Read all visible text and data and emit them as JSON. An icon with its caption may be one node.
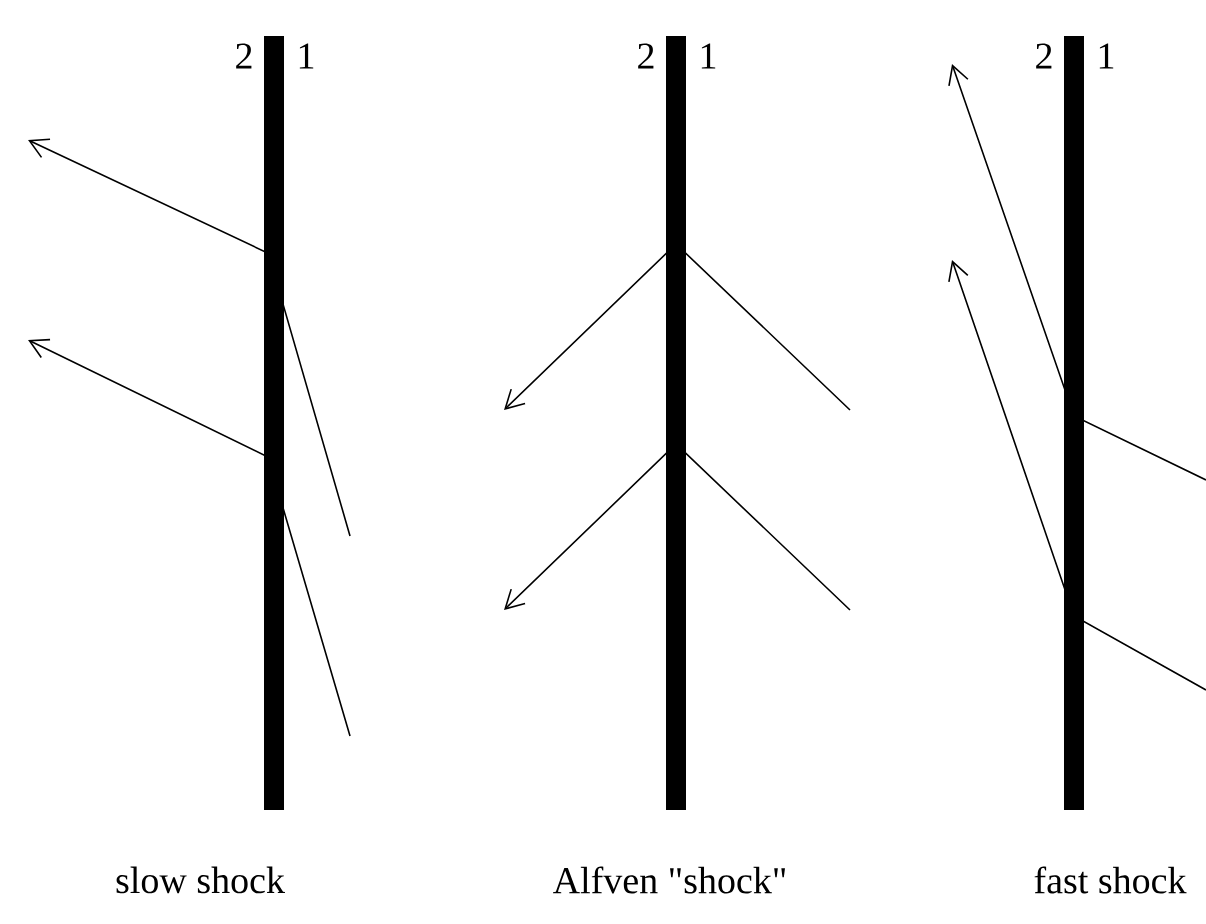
{
  "diagram": {
    "labels": [
      "2",
      "1",
      "2",
      "1",
      "2",
      "1",
      "slow shock",
      "Alfven \"shock\"",
      "fast shock"
    ]
  }
}
